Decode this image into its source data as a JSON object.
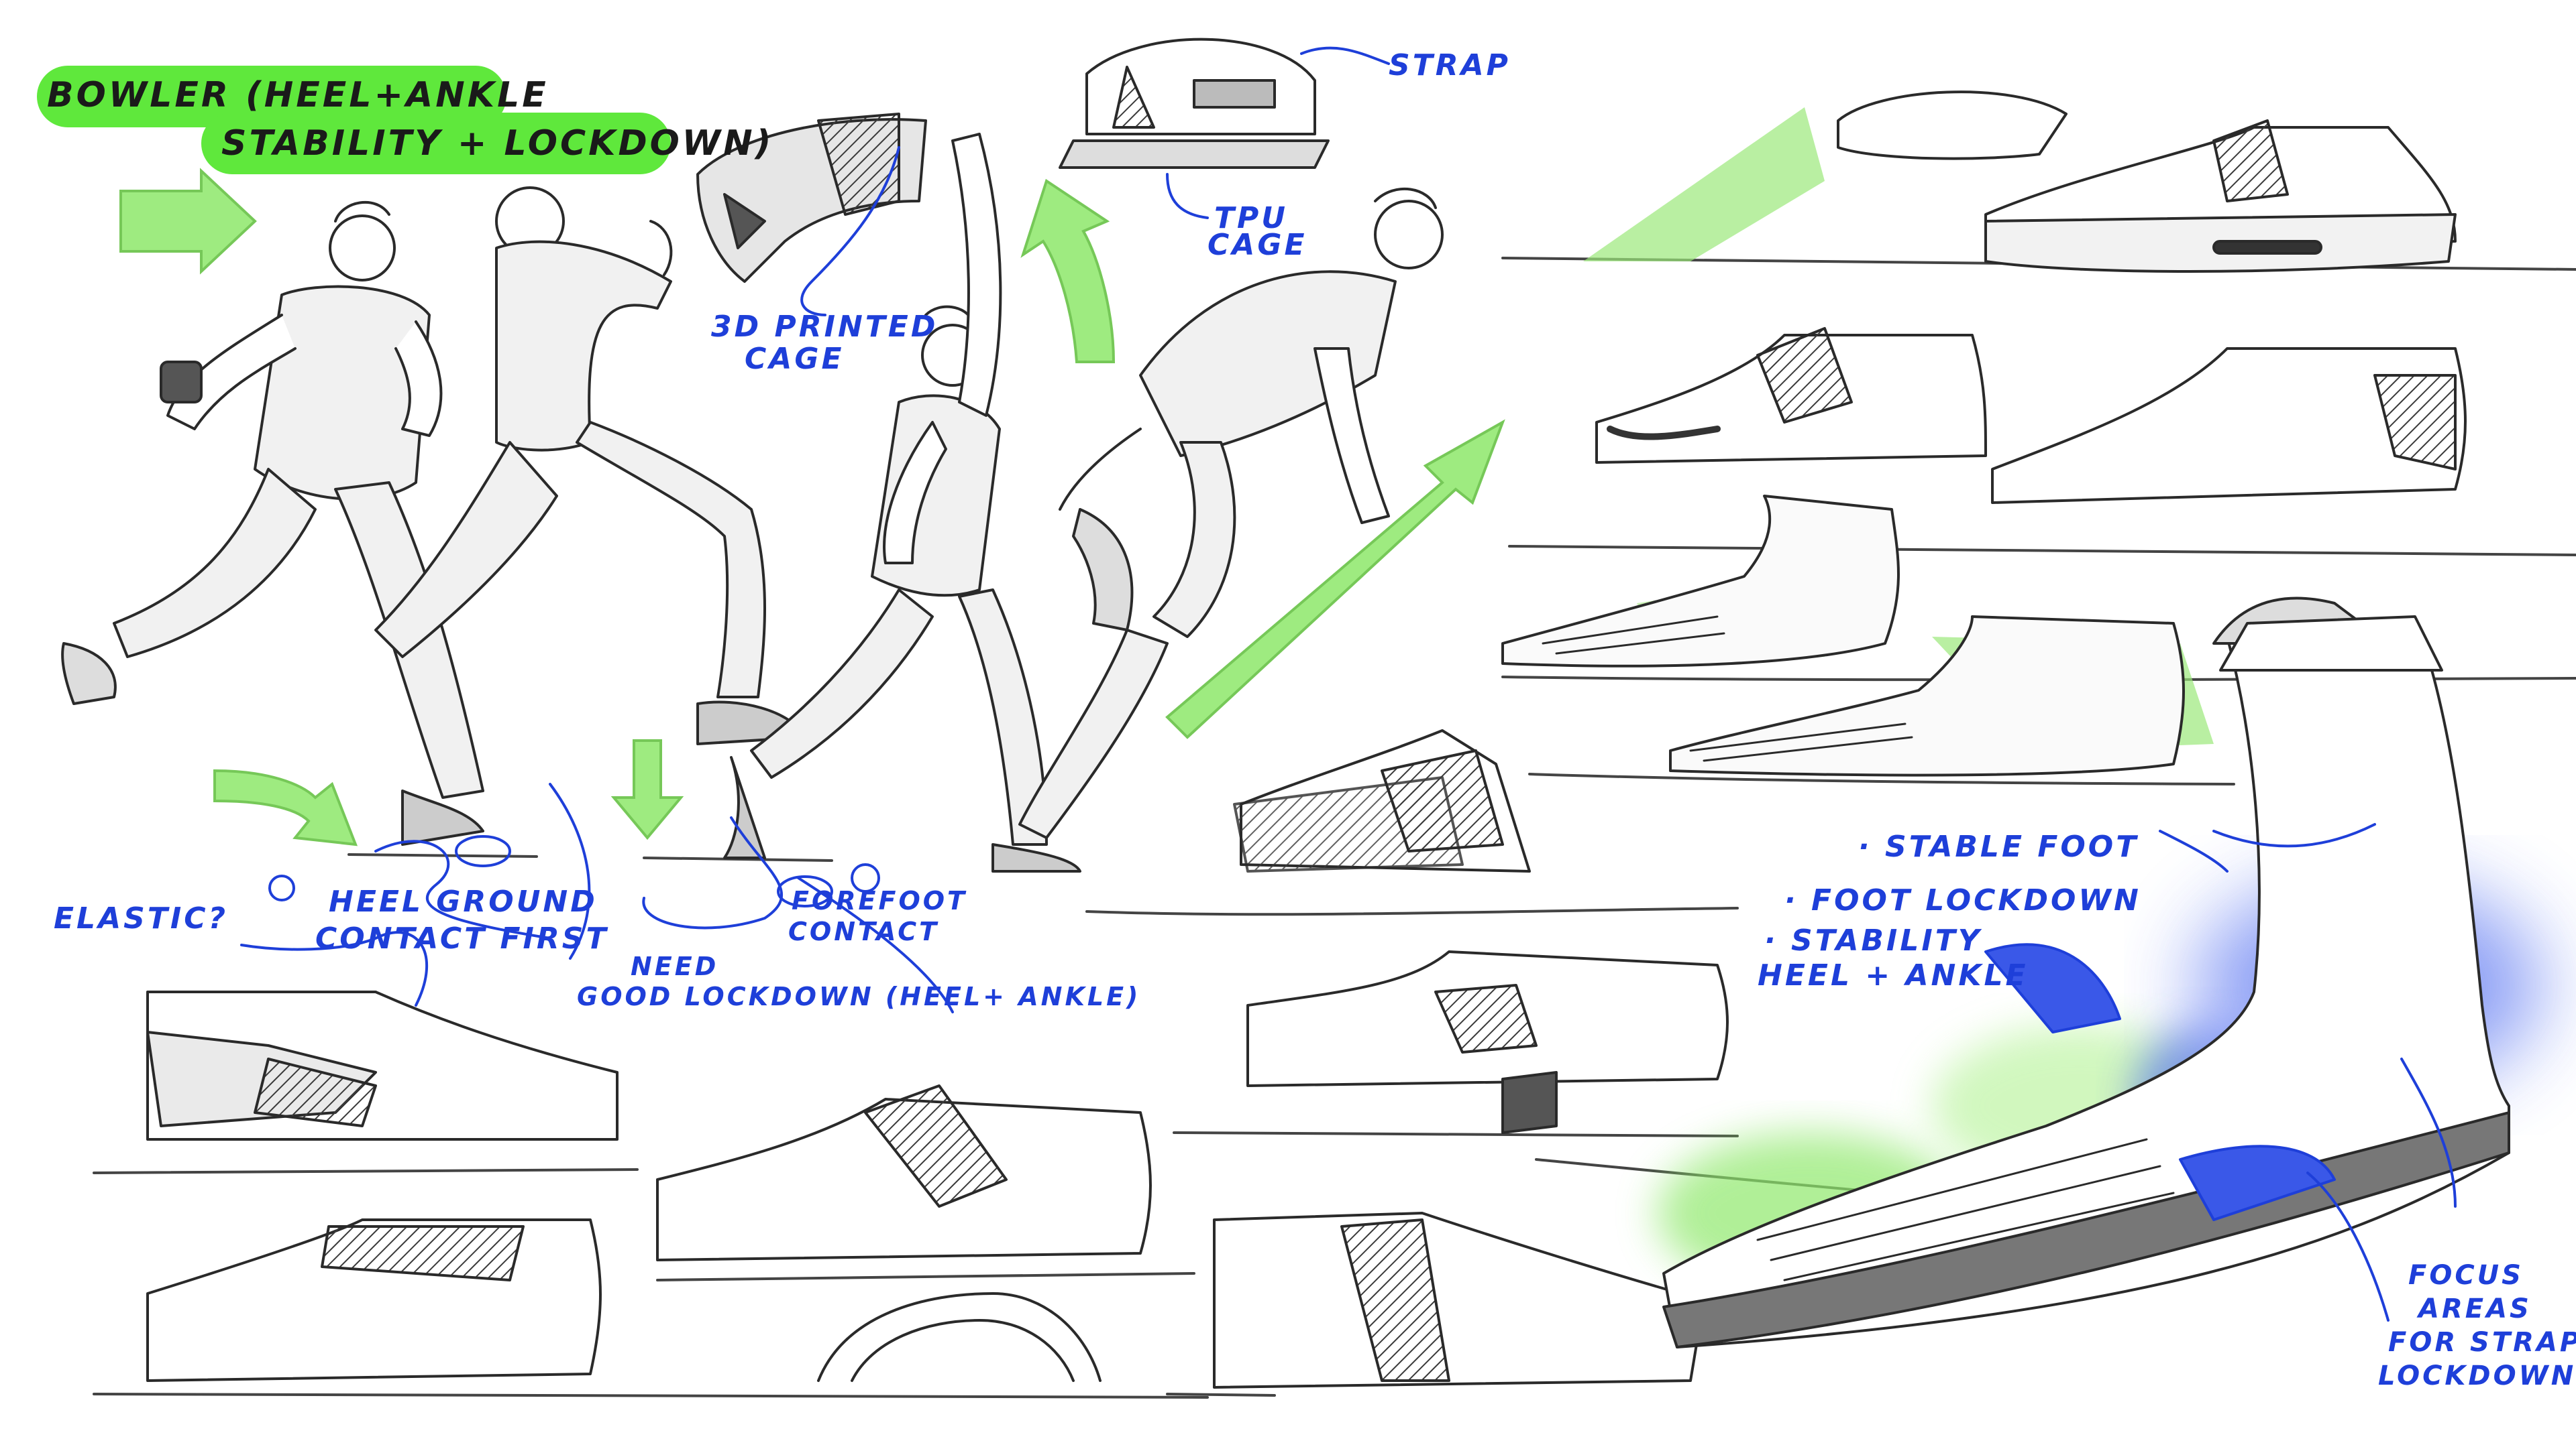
{
  "colors": {
    "ink": "#2a2a2a",
    "blue_ink": "#1e3fd9",
    "green_highlight": "#5fe83c",
    "green_arrow": "#8ee86a",
    "blue_glow": "#4f6cf0",
    "background": "#ffffff"
  },
  "title": {
    "line1": "BOWLER (HEEL+ANKLE",
    "line2": "STABILITY + LOCKDOWN)"
  },
  "annotations": {
    "strap": "STRAP",
    "tpu_cage_1": "TPU",
    "tpu_cage_2": "CAGE",
    "printed_cage_1": "3D PRINTED",
    "printed_cage_2": "CAGE",
    "elastic": "ELASTIC?",
    "heel_ground_1": "HEEL GROUND",
    "heel_ground_2": "CONTACT FIRST",
    "forefoot_1": "FOREFOOT",
    "forefoot_2": "CONTACT",
    "need_1": "NEED",
    "need_2": "GOOD LOCKDOWN (HEEL+ ANKLE)",
    "stable_foot": "· STABLE FOOT",
    "foot_lockdown": "· FOOT LOCKDOWN",
    "stability_1": "· STABILITY",
    "stability_2": "HEEL + ANKLE",
    "focus_1": "FOCUS",
    "focus_2": "AREAS",
    "focus_3": "FOR STRAP",
    "focus_4": "LOCKDOWN"
  }
}
